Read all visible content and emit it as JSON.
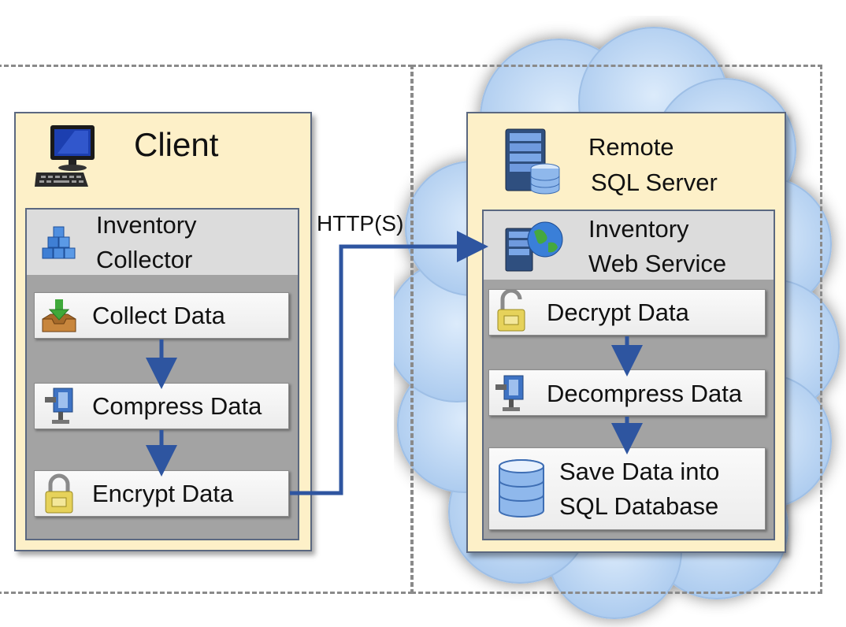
{
  "client": {
    "title": "Client",
    "component": [
      "Inventory",
      "Collector"
    ],
    "steps": [
      "Collect Data",
      "Compress Data",
      "Encrypt Data"
    ]
  },
  "server": {
    "title": [
      "Remote",
      "SQL Server"
    ],
    "component": [
      "Inventory",
      "Web Service"
    ],
    "steps": [
      "Decrypt Data",
      "Decompress Data"
    ],
    "final_step": [
      "Save Data into",
      "SQL Database"
    ]
  },
  "connection": {
    "label": "HTTP(S)"
  },
  "colors": {
    "panel_fill": "#fdf0c8",
    "panel_border": "#5b6880",
    "arrow": "#2e55a0",
    "cloud": "#b8d3f2",
    "dashed_border": "#8a8a8a"
  }
}
